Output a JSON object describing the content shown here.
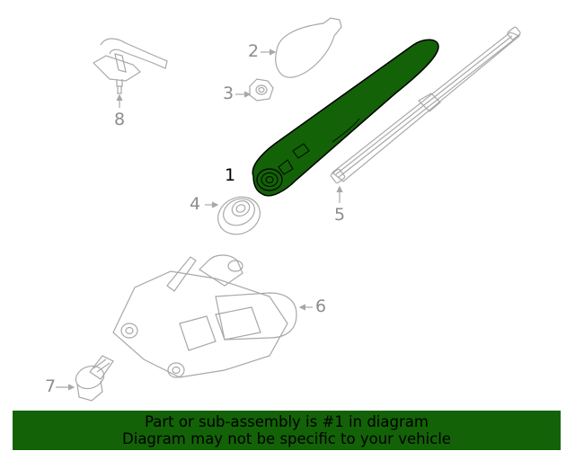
{
  "diagram": {
    "title": "Rear wiper arm assembly exploded diagram",
    "highlight_color": "#136207",
    "line_color": "#a8a8a8",
    "callouts": [
      {
        "number": "1",
        "part": "Wiper arm",
        "highlighted": true
      },
      {
        "number": "2",
        "part": "Cap",
        "highlighted": false
      },
      {
        "number": "3",
        "part": "Nut",
        "highlighted": false
      },
      {
        "number": "4",
        "part": "Grommet",
        "highlighted": false
      },
      {
        "number": "5",
        "part": "Wiper blade",
        "highlighted": false
      },
      {
        "number": "6",
        "part": "Wiper motor",
        "highlighted": false
      },
      {
        "number": "7",
        "part": "Bolt",
        "highlighted": false
      },
      {
        "number": "8",
        "part": "Washer nozzle / hose",
        "highlighted": false
      }
    ]
  },
  "banner": {
    "line1": "Part or sub-assembly is #1 in diagram",
    "line2": "Diagram may not be specific to your vehicle",
    "background": "#136207"
  }
}
